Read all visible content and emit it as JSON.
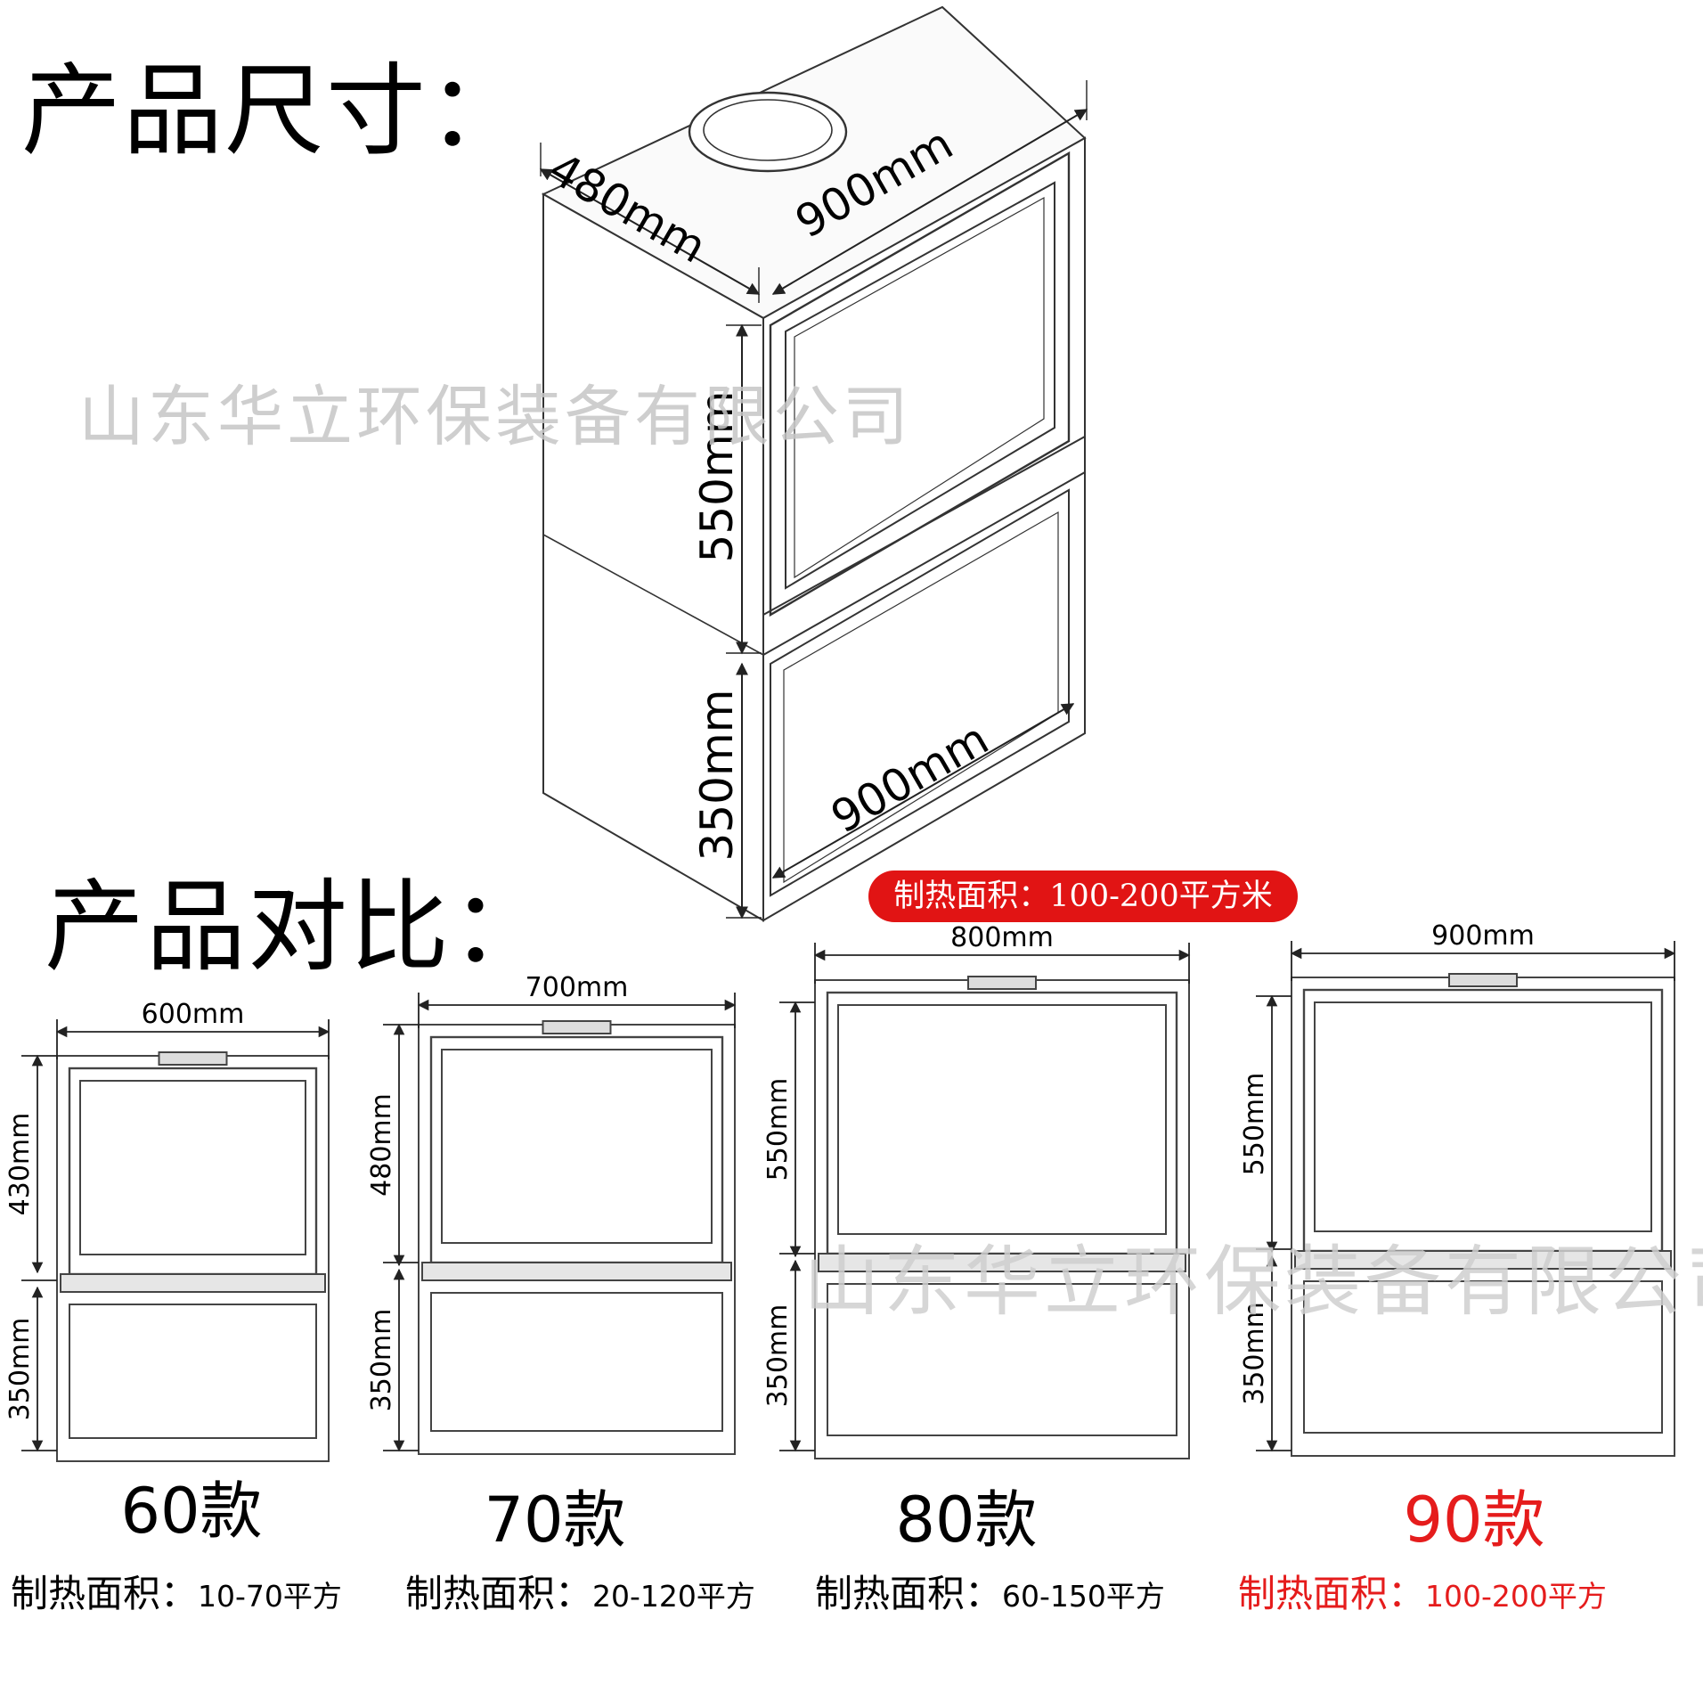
{
  "headings": {
    "dimensions": "产品尺寸：",
    "comparison": "产品对比："
  },
  "watermark": "山东华立环保装备有限公司",
  "main_diagram": {
    "depth_label": "480mm",
    "top_width_label": "900mm",
    "upper_height_label": "550mm",
    "lower_height_label": "350mm",
    "bottom_width_label": "900mm",
    "badge": "制热面积：100-200平方米"
  },
  "models": [
    {
      "name": "60款",
      "width": "600mm",
      "upper": "430mm",
      "lower": "350mm",
      "area_label": "制热面积：",
      "area_value": "10-70平方",
      "highlight": false
    },
    {
      "name": "70款",
      "width": "700mm",
      "upper": "480mm",
      "lower": "350mm",
      "area_label": "制热面积：",
      "area_value": "20-120平方",
      "highlight": false
    },
    {
      "name": "80款",
      "width": "800mm",
      "upper": "550mm",
      "lower": "350mm",
      "area_label": "制热面积：",
      "area_value": "60-150平方",
      "highlight": false
    },
    {
      "name": "90款",
      "width": "900mm",
      "upper": "550mm",
      "lower": "350mm",
      "area_label": "制热面积：",
      "area_value": "100-200平方",
      "highlight": true
    }
  ],
  "colors": {
    "accent_red": "#e11414",
    "line": "#333333",
    "watermark": "#c6c6c6"
  }
}
